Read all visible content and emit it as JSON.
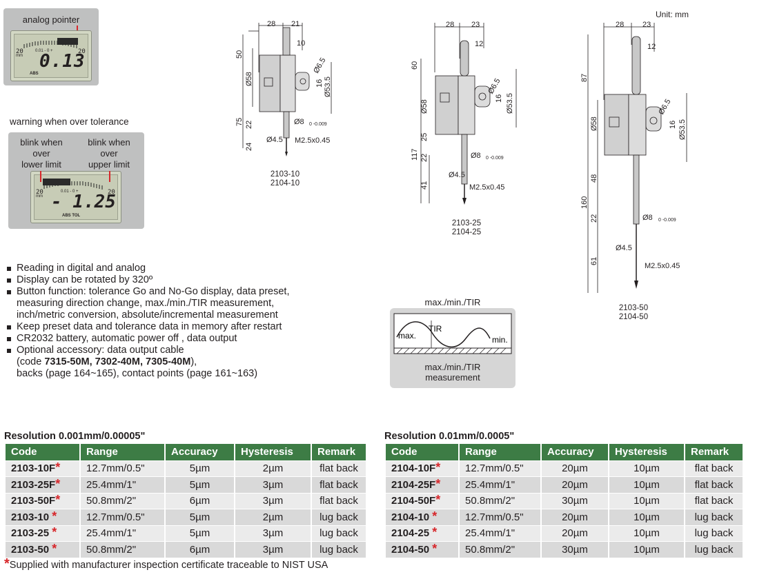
{
  "unit_label": "Unit: mm",
  "display1": {
    "callout": "analog pointer",
    "reading": "0.13",
    "scale_left": "20",
    "scale_right": "20",
    "scale_mid": "0.01 - 0 +",
    "scale_unit": "mm",
    "status": "ABS"
  },
  "display2": {
    "title": "warning when over tolerance",
    "left_callout": [
      "blink when",
      "over",
      "lower limit"
    ],
    "right_callout": [
      "blink when",
      "over",
      "upper limit"
    ],
    "reading": "- 1.25",
    "scale_left": "20",
    "scale_right": "20",
    "scale_mid": "0.01 - 0 +",
    "scale_unit": "mm",
    "status": "ABS TOL"
  },
  "features": [
    "Reading in digital and analog",
    "Display can be rotated by 320º",
    "Button function: tolerance Go and No-Go display, data preset,",
    "Keep preset data and tolerance data in memory after restart",
    "CR2032 battery, automatic power off , data output",
    "Optional accessory: data output cable"
  ],
  "feature_continuations": {
    "button_1": "measuring direction change, max./min./TIR measurement,",
    "button_2": "inch/metric conversion, absolute/incremental measurement",
    "code_prefix": "(code ",
    "code_bold": "7315-50M, 7302-40M, 7305-40M",
    "code_suffix": "),",
    "backs": "backs (page 164~165), contact points (page 161~163)"
  },
  "diagrams": [
    {
      "models": [
        "2103-10",
        "2104-10"
      ],
      "dims": {
        "w1": "28",
        "w2": "21",
        "stem": "10",
        "top": "50",
        "dia_body": "Ø58",
        "dia_lug": "Ø6.5",
        "lug": "16",
        "dia_back": "Ø53.5",
        "total": "75",
        "stem_len": "22",
        "tip_len": "24",
        "dia_stem": "Ø8",
        "tol": "0 -0.009",
        "dia_tip": "Ø4.5",
        "thread": "M2.5x0.45"
      }
    },
    {
      "models": [
        "2103-25",
        "2104-25"
      ],
      "dims": {
        "w1": "28",
        "w2": "23",
        "stem": "12",
        "top": "60",
        "dia_body": "Ø58",
        "dia_lug": "Ø6.5",
        "lug": "16",
        "dia_back": "Ø53.5",
        "total": "117",
        "body_low": "25",
        "stem_len": "22",
        "tip_len": "41",
        "dia_stem": "Ø8",
        "tol": "0 -0.009",
        "dia_tip": "Ø4.5",
        "thread": "M2.5x0.45"
      }
    },
    {
      "models": [
        "2103-50",
        "2104-50"
      ],
      "dims": {
        "w1": "28",
        "w2": "23",
        "stem": "12",
        "top": "87",
        "dia_body": "Ø58",
        "dia_lug": "Ø6.5",
        "lug": "16",
        "dia_back": "Ø53.5",
        "total": "160",
        "body_low": "48",
        "stem_len": "22",
        "tip_len": "61",
        "dia_stem": "Ø8",
        "tol": "0 -0.009",
        "dia_tip": "Ø4.5",
        "thread": "M2.5x0.45"
      }
    }
  ],
  "tir": {
    "title": "max./min./TIR",
    "max_label": "max.",
    "tir_label": "TIR",
    "min_label": "min.",
    "caption": [
      "max./min./TIR",
      "measurement"
    ]
  },
  "table1": {
    "title": "Resolution 0.001mm/0.00005\"",
    "headers": [
      "Code",
      "Range",
      "Accuracy",
      "Hysteresis",
      "Remark"
    ],
    "rows": [
      [
        "2103-10F",
        "12.7mm/0.5\"",
        "5µm",
        "2µm",
        "flat back"
      ],
      [
        "2103-25F",
        "25.4mm/1\"",
        "5µm",
        "3µm",
        "flat back"
      ],
      [
        "2103-50F",
        "50.8mm/2\"",
        "6µm",
        "3µm",
        "flat back"
      ],
      [
        "2103-10 ",
        "12.7mm/0.5\"",
        "5µm",
        "2µm",
        "lug back"
      ],
      [
        "2103-25 ",
        "25.4mm/1\"",
        "5µm",
        "3µm",
        "lug back"
      ],
      [
        "2103-50 ",
        "50.8mm/2\"",
        "6µm",
        "3µm",
        "lug back"
      ]
    ]
  },
  "table2": {
    "title": "Resolution 0.01mm/0.0005\"",
    "headers": [
      "Code",
      "Range",
      "Accuracy",
      "Hysteresis",
      "Remark"
    ],
    "rows": [
      [
        "2104-10F",
        "12.7mm/0.5\"",
        "20µm",
        "10µm",
        "flat back"
      ],
      [
        "2104-25F",
        "25.4mm/1\"",
        "20µm",
        "10µm",
        "flat back"
      ],
      [
        "2104-50F",
        "50.8mm/2\"",
        "30µm",
        "10µm",
        "flat back"
      ],
      [
        "2104-10 ",
        "12.7mm/0.5\"",
        "20µm",
        "10µm",
        "lug back"
      ],
      [
        "2104-25 ",
        "25.4mm/1\"",
        "20µm",
        "10µm",
        "lug back"
      ],
      [
        "2104-50 ",
        "50.8mm/2\"",
        "30µm",
        "10µm",
        "lug back"
      ]
    ]
  },
  "star_symbol": "*",
  "footnote": "Supplied with manufacturer inspection certificate traceable to NIST USA",
  "colors": {
    "header_green": "#3d7c45",
    "star_red": "#d7272b",
    "row_light": "#ebebeb",
    "row_dark": "#d9d9d9"
  }
}
